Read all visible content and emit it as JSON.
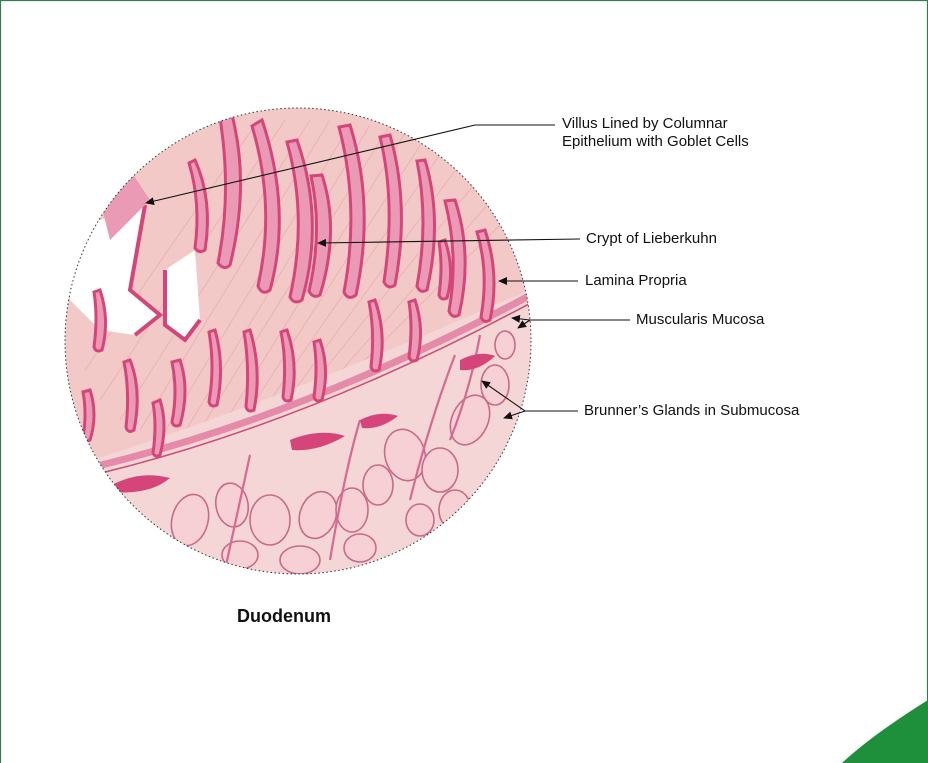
{
  "figure": {
    "caption": "Duodenum",
    "labels": {
      "villus_line1": "Villus Lined by Columnar",
      "villus_line2": "Epithelium with Goblet Cells",
      "crypt": "Crypt of Lieberkuhn",
      "lamina": "Lamina Propria",
      "muscularis": "Muscularis Mucosa",
      "brunner": "Brunner’s Glands in Submucosa"
    }
  },
  "colors": {
    "frame": "#2e7d4f",
    "corner_accent": "#1e8f3a",
    "tissue_background": "#f2c9c6",
    "stain_dark": "#d6457a",
    "stain_light": "#ea9ab5"
  }
}
